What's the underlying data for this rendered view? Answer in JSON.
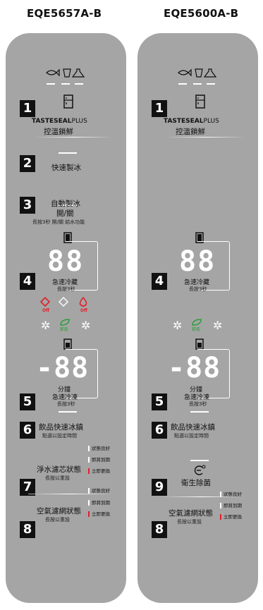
{
  "left": {
    "model": "EQE5657A-B",
    "section1": {
      "number": "1",
      "brand": "TASTESEAL",
      "brand_plus": "PLUS",
      "label": "控溫鎖鮮"
    },
    "section2": {
      "number": "2",
      "label": "快速製冰"
    },
    "section3": {
      "number": "3",
      "label1": "自動製冰",
      "label2": "開/關",
      "sub": "長按3秒 開/關 給水功能"
    },
    "section4": {
      "number": "4",
      "display": "88",
      "label": "急速冷藏",
      "sub": "長按3秒"
    },
    "icon_row": {
      "off1": "Off",
      "off2": "Off"
    },
    "eco_label": "節能",
    "section5": {
      "number": "5",
      "display": "-88",
      "label1": "分鐘",
      "label2": "急速冷凍",
      "sub": "長按3秒"
    },
    "section6": {
      "number": "6",
      "label": "飲品快速冰鎮",
      "sub": "點選以設定時間"
    },
    "section7": {
      "number": "7",
      "label": "淨水濾芯狀態",
      "sub": "長按以重設",
      "status": [
        "狀態良好",
        "即將到期",
        "立即更換"
      ]
    },
    "section8": {
      "number": "8",
      "label": "空氣濾網狀態",
      "sub": "長按以重設",
      "status": [
        "狀態良好",
        "即將到期",
        "立即更換"
      ]
    }
  },
  "right": {
    "model": "EQE5600A-B",
    "section1": {
      "number": "1",
      "brand": "TASTESEAL",
      "brand_plus": "PLUS",
      "label": "控溫鎖鮮"
    },
    "section4": {
      "number": "4",
      "display": "88",
      "label": "急速冷藏",
      "sub": "長按3秒"
    },
    "eco_label": "節能",
    "section5": {
      "number": "5",
      "display": "-88",
      "label1": "分鐘",
      "label2": "急速冷凍",
      "sub": "長按3秒"
    },
    "section6": {
      "number": "6",
      "label": "飲品快速冰鎮",
      "sub": "點選以設定時間"
    },
    "section9": {
      "number": "9",
      "label": "衛生除菌"
    },
    "section8": {
      "number": "8",
      "label": "空氣濾網狀態",
      "sub": "長按以重設",
      "status": [
        "狀態良好",
        "即將到期",
        "立即更換"
      ]
    }
  },
  "colors": {
    "panel": "#a5a5a5",
    "white": "#ffffff",
    "red": "#e0202a",
    "green": "#2e9e3a"
  },
  "icons": [
    "fish-icon",
    "cup-icon",
    "flask-icon",
    "fridge-icon",
    "water-drop-off-icon",
    "ice-icon",
    "snowflake-icon",
    "leaf-icon",
    "freezer-icon",
    "sanitize-icon"
  ]
}
